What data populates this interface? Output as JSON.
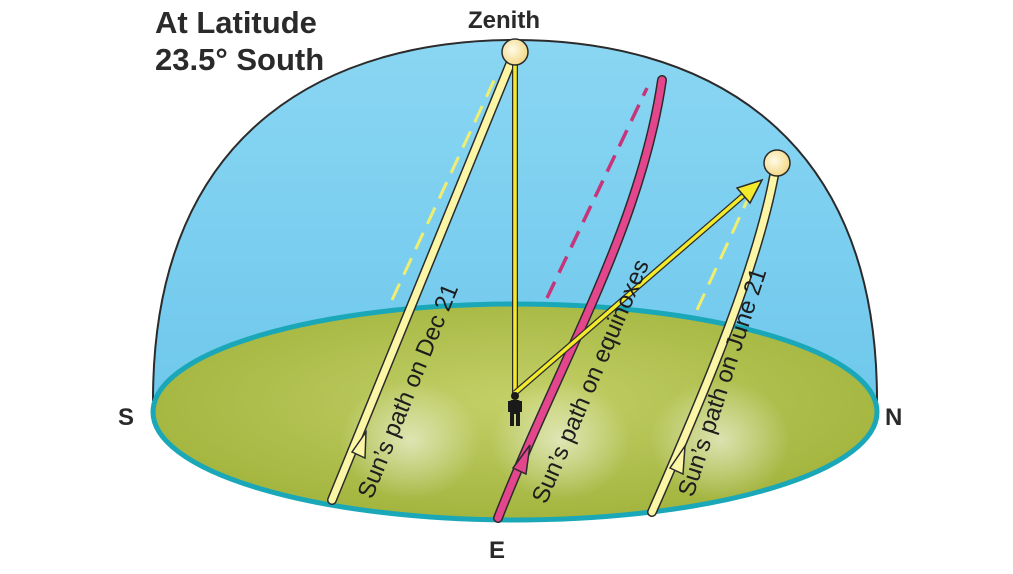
{
  "title": {
    "line1": "At Latitude",
    "line2": "23.5° South"
  },
  "labels": {
    "zenith": "Zenith",
    "south": "S",
    "north": "N",
    "east": "E"
  },
  "paths": {
    "dec21": "Sun’s path on Dec 21",
    "equinoxes": "Sun’s path on equinoxes",
    "june21": "Sun’s path on June 21"
  },
  "colors": {
    "sky": "#7fd0f0",
    "ground": "#a6b842",
    "horizon_rim": "#1aa7b8",
    "sun_path": "#fbf6a6",
    "equinox_path": "#e4468e",
    "sun_ray": "#f2ea2a",
    "sun": "#fbe7a0"
  }
}
